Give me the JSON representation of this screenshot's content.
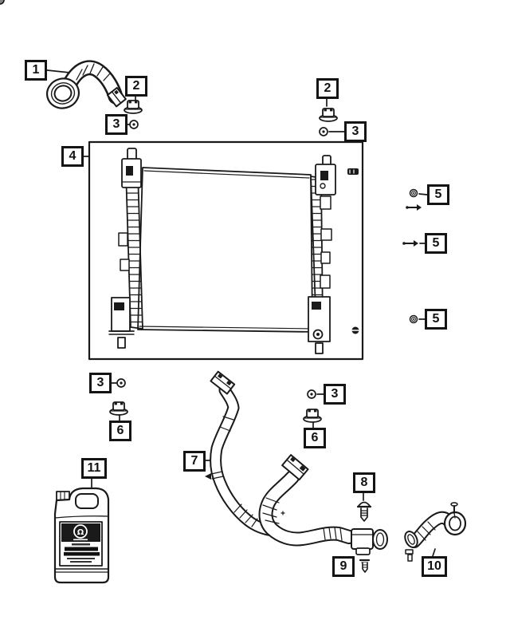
{
  "colors": {
    "background": "#ffffff",
    "line": "#1a1a1a"
  },
  "callouts": [
    {
      "label": "1"
    },
    {
      "label": "2"
    },
    {
      "label": "3"
    },
    {
      "label": "4"
    },
    {
      "label": "2"
    },
    {
      "label": "3"
    },
    {
      "label": "5"
    },
    {
      "label": "5"
    },
    {
      "label": "5"
    },
    {
      "label": "3"
    },
    {
      "label": "6"
    },
    {
      "label": "3"
    },
    {
      "label": "6"
    },
    {
      "label": "7"
    },
    {
      "label": "8"
    },
    {
      "label": "9"
    },
    {
      "label": "10"
    },
    {
      "label": "11"
    }
  ],
  "icons": {
    "jug_logo_glyph": "Ω",
    "jug_logo_name": "mopar-omega-logo",
    "part_icons": [
      "upper-radiator-hose-icon",
      "retainer-clip-icon",
      "washer-icon",
      "radiator-assembly-icon",
      "screw-pin-icon",
      "hose-clip-icon",
      "lower-hose-assembly-icon",
      "bolt-icon",
      "push-pin-icon",
      "elbow-hose-icon",
      "coolant-jug-icon"
    ]
  }
}
